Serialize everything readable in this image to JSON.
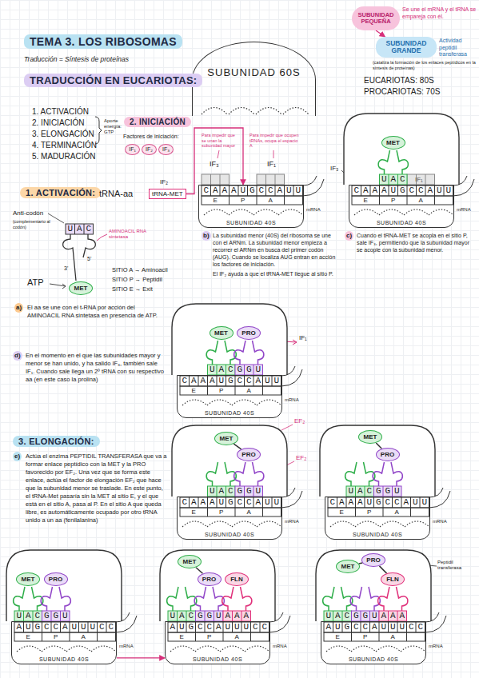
{
  "diagram": {
    "title": "TEMA 3. LOS RIBOSOMAS",
    "nodes": [
      {
        "text": [
          "TEMA 3. LOS RIBOSOMAS"
        ]
      },
      {
        "text": [
          "SUBUNIDAD PEQUEÑA"
        ]
      },
      {
        "text": [
          "SUBUNIDAD GRANDE"
        ]
      },
      {
        "text": [
          "SUBUNIDAD 60S"
        ]
      },
      {
        "text": [
          "TRADUCCIÓN EN EUCARIOTAS:"
        ]
      },
      {
        "text": [
          "2. INICIACIÓN"
        ]
      },
      {
        "text": [
          "IF₁"
        ]
      },
      {
        "text": [
          "IF₂"
        ]
      },
      {
        "text": [
          "IF₃"
        ]
      },
      {
        "text": [
          "1. ACTIVACIÓN:"
        ]
      },
      {
        "text": [
          "tRNA-MET"
        ]
      },
      {
        "text": [
          "SUBUNIDAD 40S"
        ]
      },
      {
        "text": [
          "MET"
        ]
      },
      {
        "text": [
          "SUBUNIDAD 40S"
        ]
      },
      {
        "text": [
          "MET"
        ]
      },
      {
        "text": [
          "MET"
        ]
      },
      {
        "text": [
          "PRO"
        ]
      },
      {
        "text": [
          "SUBUNIDAD 40S"
        ]
      },
      {
        "text": [
          "3. ELONGACIÓN:"
        ]
      },
      {
        "text": [
          "MET"
        ]
      },
      {
        "text": [
          "PRO"
        ]
      },
      {
        "text": [
          "SUBUNIDAD 40S"
        ]
      },
      {
        "text": [
          "MET"
        ]
      },
      {
        "text": [
          "PRO"
        ]
      },
      {
        "text": [
          "SUBUNIDAD 40S"
        ]
      },
      {
        "text": [
          "MET"
        ]
      },
      {
        "text": [
          "PRO"
        ]
      },
      {
        "text": [
          "SUBUNIDAD 40S"
        ]
      },
      {
        "text": [
          "MET"
        ]
      },
      {
        "text": [
          "PRO"
        ]
      },
      {
        "text": [
          "FLN"
        ]
      },
      {
        "text": [
          "SUBUNIDAD 40S"
        ]
      },
      {
        "text": [
          "MET"
        ]
      },
      {
        "text": [
          "PRO"
        ]
      },
      {
        "text": [
          "FLN"
        ]
      },
      {
        "text": [
          "SUBUNIDAD 40S"
        ]
      }
    ],
    "edges": [
      {
        "from": 1,
        "to": 2,
        "arrow": "to"
      },
      {
        "from": 10,
        "to": 11,
        "arrow": "to"
      },
      {
        "from": 27,
        "to": 31,
        "arrow": "to"
      },
      {
        "from": 19,
        "to": 20,
        "arrow": "none"
      },
      {
        "from": 22,
        "to": 23,
        "arrow": "none"
      },
      {
        "from": 28,
        "to": 29,
        "arrow": "none"
      },
      {
        "from": 32,
        "to": 33,
        "arrow": "none"
      },
      {
        "from": 33,
        "to": 34,
        "arrow": "none"
      }
    ],
    "labels": [
      "Traducción = Síntesis de proteínas",
      "Se une el mRNA y el tRNA se empareja con él.",
      "Actividad peptidil transferasa",
      "(cataliza la formación de los enlaces peptídicos en la síntesis de proteínas)",
      "EUCARIOTAS: 80S",
      "PROCARIOTAS: 70S",
      "1. ACTIVACIÓN",
      "2. INICIACIÓN",
      "3. ELONGACIÓN",
      "4. TERMINACIÓN",
      "5. MADURACIÓN",
      "Aporte energía: GTP",
      "Factores de iniciación:",
      "tRNA-aa",
      "Anti-codón",
      "(complementario al codón)",
      "UAC",
      "AMINOACIL RNA sintetasa",
      "5'",
      "3'",
      "ATP",
      "SITIO A → Aminoacil",
      "SITIO P → Peptidil",
      "SITIO E → Exit",
      "a)",
      "El aa se une con el t-RNA por acción del AMINOACIL RNA sintetasa en presencia de ATP.",
      "IF₂",
      "Para impedir que se unan la subunidad mayor",
      "Para impedir que ocupen tRNAs, ocupa el espacio A",
      "IF₃",
      "IF₁",
      "CAAAUGCCAUU",
      "E",
      "P",
      "A",
      "mRNA",
      "b)",
      "La subunidad menor (40S) del ribosoma se une con el ARNm. La subunidad menor empieza a recorrer el ARNm en busca del primer codón (AUG). Cuando se localiza AUG entran en acción los factores de iniciación.",
      "El IF₂ ayuda a que el tRNA-MET llegue al sitio P.",
      "IF₃",
      "IF₁",
      "UAC",
      "CAAAUGCCAUU",
      "E",
      "P",
      "A",
      "mRNA",
      "c)",
      "Cuando el tRNA-MET se acopla en el sitio P, sale IF₃, permitiendo que la subunidad mayor se acople con la subunidad menor.",
      "d)",
      "En el momento en el que las subunidades mayor y menor se han unido, y ha salido IF₃, también sale IF₁. Cuando sale llega un 2º tRNA con su respectivo aa (en este caso la prolina)",
      "IF₁",
      "UAC",
      "GGU",
      "CAAAUGCCAUU",
      "E",
      "P",
      "A",
      "mRNA",
      "e)",
      "Actúa el enzima PEPTIDIL TRANSFERASA que va a formar enlace peptídico con la MET y la PRO favorecido por EF₂. Una vez que se forma este enlace, actúa el factor de elongación EF₂ que hace que la subunidad menor se traslade. En este punto, el tRNA-Met pasaría sin la MET al sitio E, y el que está en el sitio A, pasa al P. En el sitio A que queda libre, es automáticamente ocupado por otro tRNA unido a un aa (fenilalanina)",
      "EF₂",
      "EF₂",
      "UAC",
      "GGU",
      "CAAAUGCCAUU",
      "E",
      "P",
      "A",
      "mRNA",
      "UAC",
      "GGU",
      "CAAAUGCCAUU",
      "E",
      "P",
      "A",
      "mRNA",
      "UAC",
      "GGU",
      "AUGCCAUUUCC",
      "E",
      "P",
      "A",
      "mRNA",
      "UAC",
      "GGU",
      "AAA",
      "AUGCCAUUUCC",
      "E",
      "P",
      "A",
      "mRNA",
      "Peptidil transferasa",
      "UAC",
      "GGU",
      "AAA",
      "AUGCCAUUUCC",
      "E",
      "P",
      "A",
      "mRNA"
    ]
  }
}
